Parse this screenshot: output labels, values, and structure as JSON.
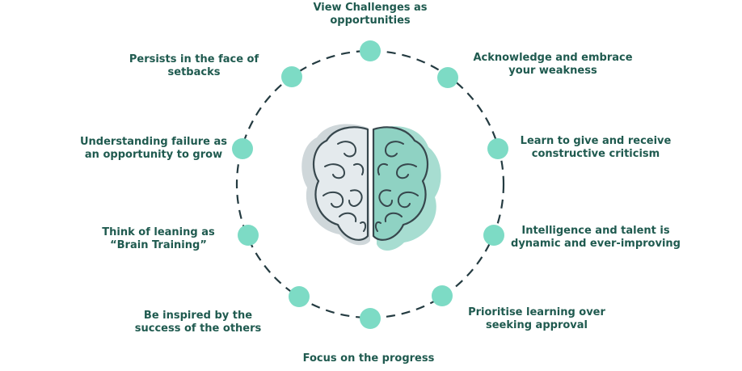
{
  "colors": {
    "circle": "#243b41",
    "dot": "#7ddbc5",
    "text": "#1f5a4f",
    "brain_left_fill": "#e4eaed",
    "brain_left_shadow": "#cfd7da",
    "brain_right_fill": "#8fd2c3",
    "brain_right_shadow": "#a7ddd1",
    "brain_outline": "#37474d"
  },
  "center_icon": "brain-icon",
  "items": [
    {
      "id": "top",
      "lines": [
        "View Challenges as",
        "opportunities"
      ]
    },
    {
      "id": "top-right",
      "lines": [
        "Acknowledge and embrace",
        "your weakness"
      ]
    },
    {
      "id": "right-upper",
      "lines": [
        "Learn to give and receive",
        "constructive criticism"
      ]
    },
    {
      "id": "right-lower",
      "lines": [
        "Intelligence and talent is",
        "dynamic and ever-improving"
      ]
    },
    {
      "id": "bottom-right",
      "lines": [
        "Prioritise learning over",
        "seeking approval"
      ]
    },
    {
      "id": "bottom",
      "lines": [
        "Focus on the progress"
      ]
    },
    {
      "id": "bottom-left",
      "lines": [
        "Be inspired by the",
        "success of the others"
      ]
    },
    {
      "id": "left-lower",
      "lines": [
        "Think of leaning as",
        "“Brain Training”"
      ]
    },
    {
      "id": "left-upper",
      "lines": [
        "Understanding failure as",
        "an opportunity to grow"
      ]
    },
    {
      "id": "top-left",
      "lines": [
        "Persists in the face of",
        "setbacks"
      ]
    }
  ]
}
